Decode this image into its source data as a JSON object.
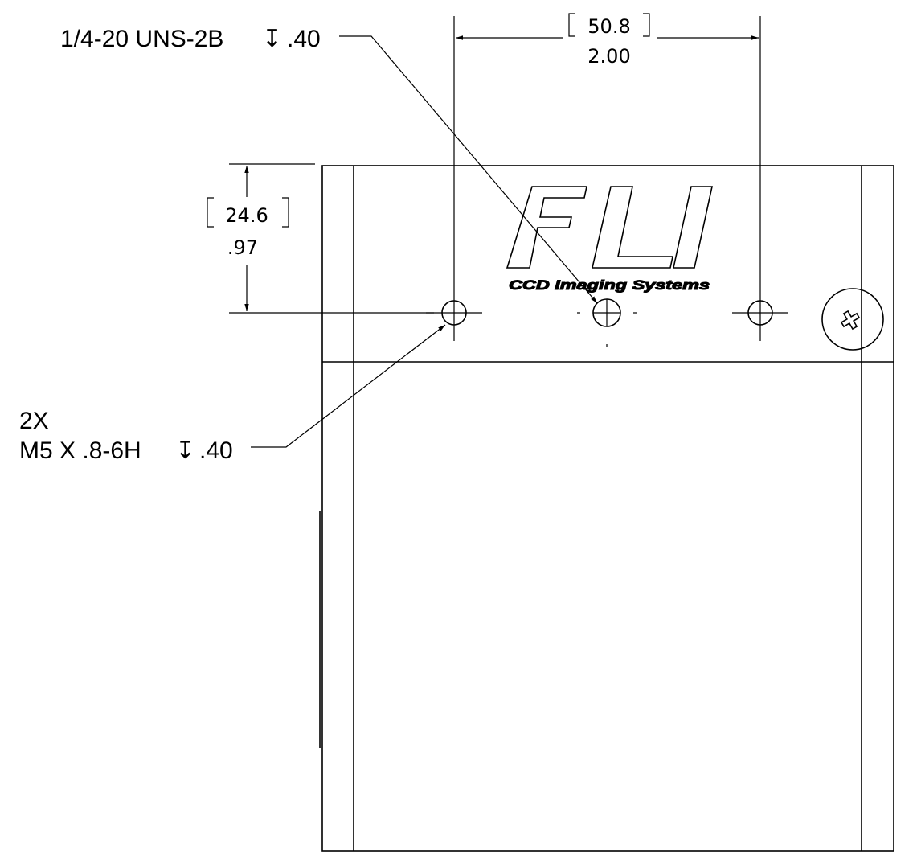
{
  "callouts": {
    "tapped_hole": {
      "thread": "1/4-20 UNS-2B",
      "depth_symbol": "↧",
      "depth": ".40"
    },
    "metric_holes": {
      "qty": "2X",
      "thread": "M5 X .8-6H",
      "depth_symbol": "↧",
      "depth": ".40"
    }
  },
  "dimensions": {
    "hole_spacing": {
      "metric": "50.8",
      "imperial": "2.00"
    },
    "hole_height": {
      "metric": "24.6",
      "imperial": ".97"
    }
  },
  "logo": {
    "brand": "FLI",
    "tagline": "CCD Imaging Systems"
  },
  "colors": {
    "line": "#000000",
    "background": "#ffffff"
  }
}
